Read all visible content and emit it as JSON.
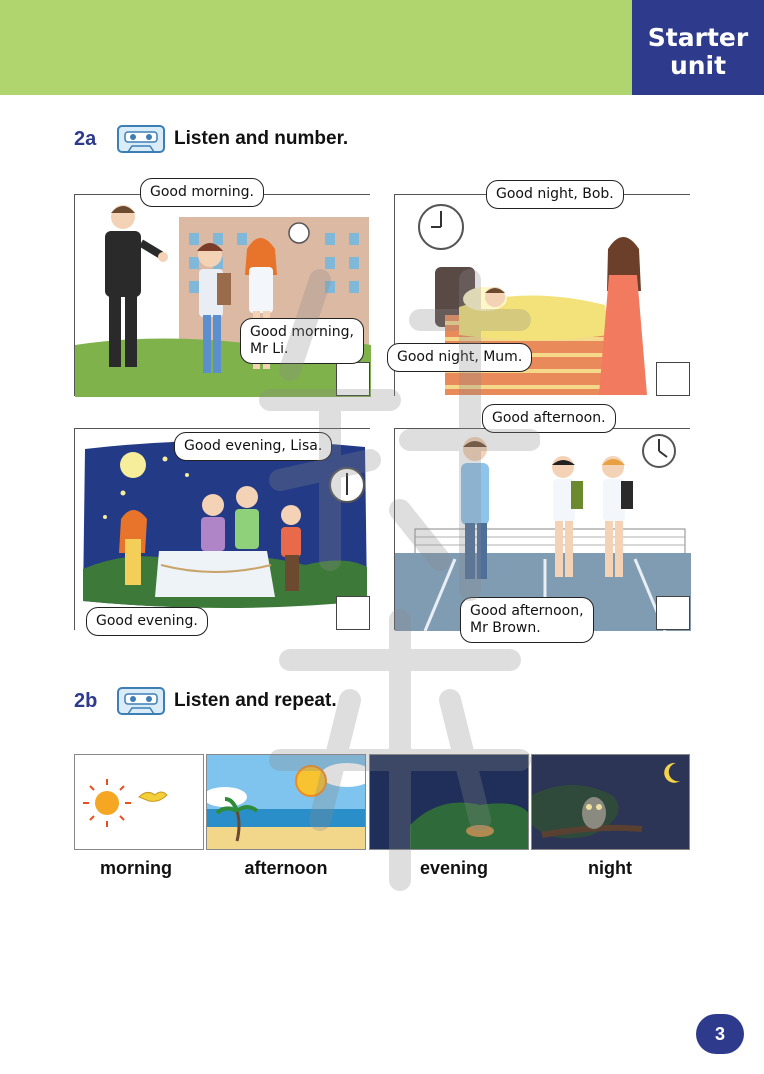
{
  "header": {
    "unit_line1": "Starter",
    "unit_line2": "unit"
  },
  "section_2a": {
    "number": "2a",
    "title": "Listen and number."
  },
  "section_2b": {
    "number": "2b",
    "title": "Listen and repeat."
  },
  "panels": [
    {
      "scene": "morning",
      "bubbles": [
        "Good morning.",
        "Good morning,\nMr Li."
      ]
    },
    {
      "scene": "night",
      "bubbles": [
        "Good night, Bob.",
        "Good night, Mum."
      ]
    },
    {
      "scene": "evening",
      "bubbles": [
        "Good evening, Lisa.",
        "Good evening."
      ]
    },
    {
      "scene": "afternoon",
      "bubbles": [
        "Good afternoon.",
        "Good afternoon,\nMr Brown."
      ]
    }
  ],
  "words": [
    "morning",
    "afternoon",
    "evening",
    "night"
  ],
  "page_number": "3",
  "colors": {
    "banner": "#b0d56f",
    "navy": "#2e3a8c"
  }
}
